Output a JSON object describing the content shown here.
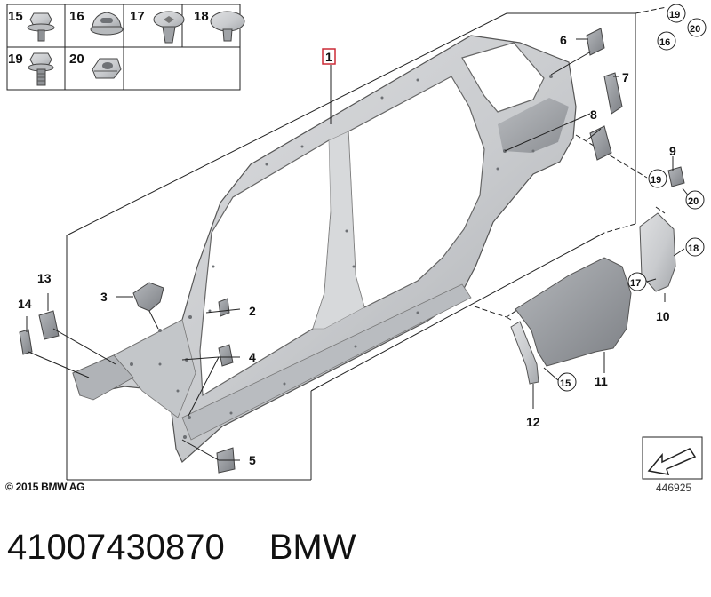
{
  "legend": [
    {
      "num": "15",
      "icon": "flanged-screw-icon"
    },
    {
      "num": "16",
      "icon": "grommet-nut-icon"
    },
    {
      "num": "17",
      "icon": "expanding-clip-icon"
    },
    {
      "num": "18",
      "icon": "push-rivet-icon"
    },
    {
      "num": "19",
      "icon": "hex-bolt-icon"
    },
    {
      "num": "20",
      "icon": "cage-nut-icon"
    }
  ],
  "main_part_label": "1",
  "callouts": [
    "2",
    "3",
    "4",
    "5",
    "6",
    "7",
    "8",
    "9",
    "10",
    "11",
    "12",
    "13",
    "14"
  ],
  "circled_callouts": [
    "19",
    "20",
    "16",
    "19",
    "20",
    "18",
    "17",
    "15"
  ],
  "copyright": "© 2015 BMW AG",
  "diagram_id": "446925",
  "part_number": "41007430870",
  "brand": "BMW",
  "colors": {
    "panel_fill": "#cfd1d4",
    "panel_dark": "#a9acb0",
    "panel_shadow": "#8f9296",
    "line": "#222222",
    "highlight_box": "#cc2a36"
  }
}
